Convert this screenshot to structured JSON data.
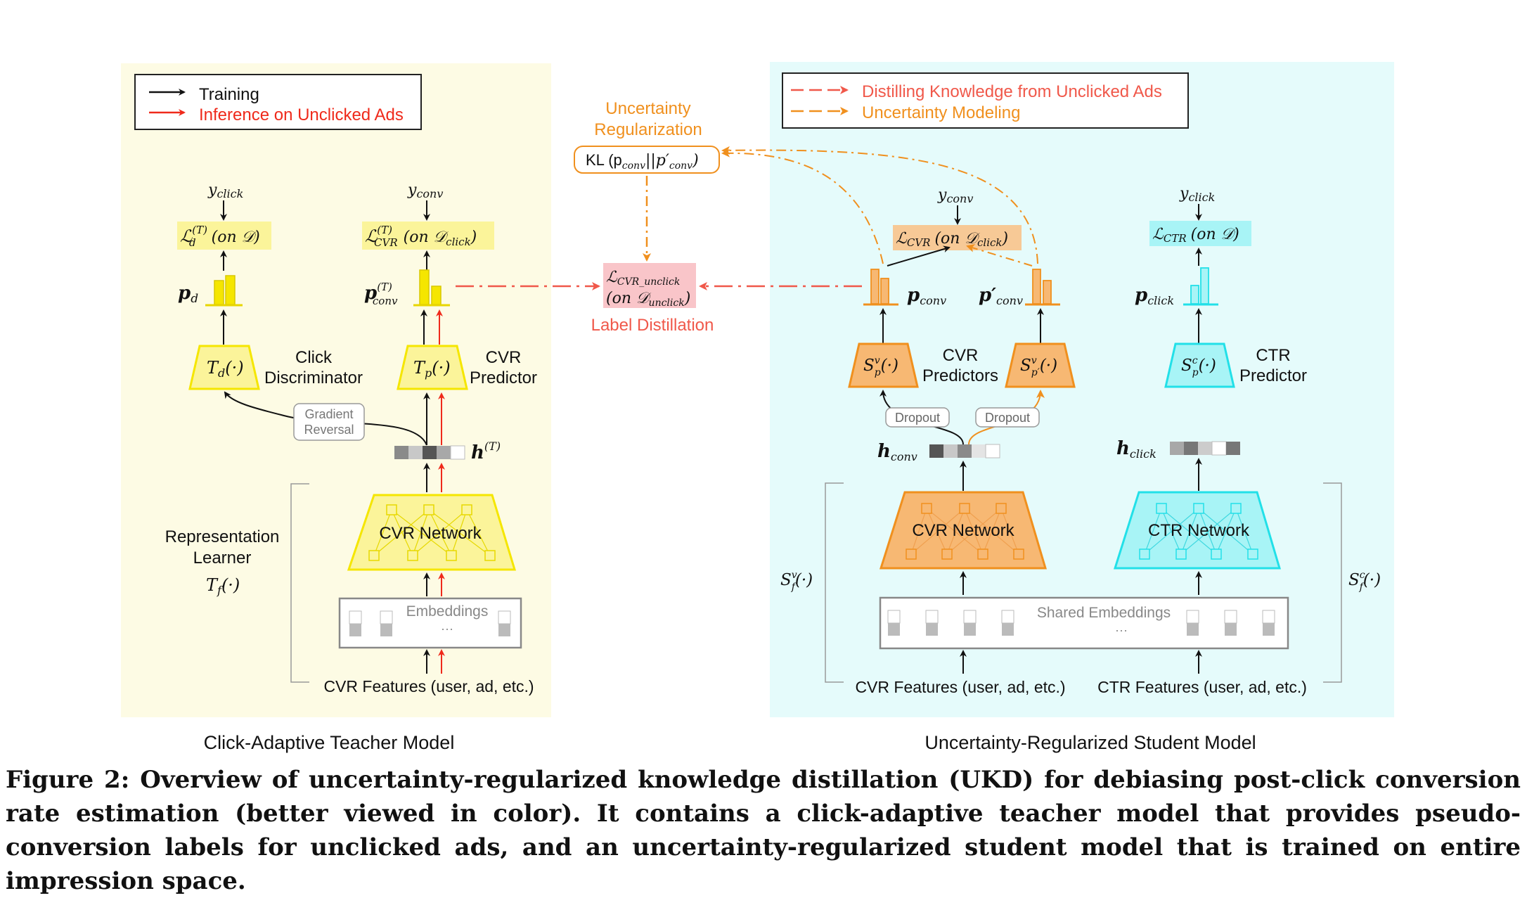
{
  "legend_left": {
    "training": "Training",
    "inference": "Inference on Unclicked Ads"
  },
  "legend_right": {
    "distill": "Distilling Knowledge from Unclicked Ads",
    "uncertainty": "Uncertainty Modeling"
  },
  "teacher": {
    "panel_title": "Click-Adaptive Teacher Model",
    "y_click": "y",
    "y_click_sub": "click",
    "y_conv": "y",
    "y_conv_sub": "conv",
    "loss_d": "ℒ",
    "loss_d_sup": "(T)",
    "loss_d_sub": "d",
    "loss_d_tail": "(on 𝒟)",
    "loss_cvr": "ℒ",
    "loss_cvr_sup": "(T)",
    "loss_cvr_sub": "CVR",
    "loss_cvr_tail": "(on 𝒟",
    "loss_cvr_tail_sub": "click",
    "p_d": "p",
    "p_d_sub": "d",
    "p_conv": "p",
    "p_conv_sup": "(T)",
    "p_conv_sub": "conv",
    "td": "T",
    "td_sub": "d",
    "td_arg": "(·)",
    "tp": "T",
    "tp_sub": "p",
    "tp_arg": "(·)",
    "click_disc_1": "Click",
    "click_disc_2": "Discriminator",
    "cvr_pred_1": "CVR",
    "cvr_pred_2": "Predictor",
    "grad_rev_1": "Gradient",
    "grad_rev_2": "Reversal",
    "h": "h",
    "h_sup": "(T)",
    "network": "CVR Network",
    "rep_1": "Representation",
    "rep_2": "Learner",
    "tf": "T",
    "tf_sub": "f",
    "tf_arg": "(·)",
    "embeddings": "Embeddings",
    "ellipsis": "···",
    "features": "CVR Features (user, ad, etc.)"
  },
  "middle": {
    "unc_reg_1": "Uncertainty",
    "unc_reg_2": "Regularization",
    "kl": "KL (p",
    "kl_sub1": "conv",
    "kl_mid": "||p′",
    "kl_sub2": "conv",
    "kl_end": ")",
    "unclick_loss": "ℒ",
    "unclick_loss_sub": "CVR_unclick",
    "unclick_on": "(on 𝒟",
    "unclick_on_sub": "unclick",
    "unclick_on_end": ")",
    "label_distill": "Label Distillation"
  },
  "student": {
    "panel_title": "Uncertainty-Regularized Student Model",
    "y_conv": "y",
    "y_conv_sub": "conv",
    "y_click": "y",
    "y_click_sub": "click",
    "loss_cvr": "ℒ",
    "loss_cvr_sub": "CVR",
    "loss_cvr_tail": "(on 𝒟",
    "loss_cvr_tail_sub": "click",
    "loss_ctr": "ℒ",
    "loss_ctr_sub": "CTR",
    "loss_ctr_tail": "(on 𝒟)",
    "p_conv": "p",
    "p_conv_sub": "conv",
    "p_conv2": "p′",
    "p_conv2_sub": "conv",
    "p_click": "p",
    "p_click_sub": "click",
    "sp": "S",
    "sp_sup": "v",
    "sp_sub": "p",
    "sp_arg": "(·)",
    "sp2": "S",
    "sp2_sup": "v",
    "sp2_sub": "p′",
    "sp2_arg": "(·)",
    "spc": "S",
    "spc_sup": "c",
    "spc_sub": "p",
    "spc_arg": "(·)",
    "cvr_preds_1": "CVR",
    "cvr_preds_2": "Predictors",
    "ctr_pred_1": "CTR",
    "ctr_pred_2": "Predictor",
    "dropout": "Dropout",
    "h_conv": "h",
    "h_conv_sub": "conv",
    "h_click": "h",
    "h_click_sub": "click",
    "cvr_network": "CVR Network",
    "ctr_network": "CTR Network",
    "sf_v": "S",
    "sf_v_sup": "v",
    "sf_v_sub": "f",
    "sf_v_arg": "(·)",
    "sf_c": "S",
    "sf_c_sup": "c",
    "sf_c_sub": "f",
    "sf_c_arg": "(·)",
    "shared_embeddings": "Shared Embeddings",
    "ellipsis": "···",
    "cvr_features": "CVR Features (user, ad, etc.)",
    "ctr_features": "CTR Features (user, ad, etc.)"
  },
  "caption": "Figure 2: Overview of uncertainty-regularized knowledge distillation (UKD) for debiasing post-click conversion rate estimation (better viewed in color). It contains a click-adaptive teacher model that provides pseudo-conversion labels for unclicked ads, and an uncertainty-regularized student model that is trained on entire impression space.",
  "colors": {
    "teacher_bg": "#fdfbe4",
    "student_bg": "#e5fbfb",
    "yellow": "#f5e600",
    "yellow_fill": "#fbf49a",
    "orange": "#f0901e",
    "orange_fill": "#f7b873",
    "cyan": "#22e0e8",
    "cyan_fill": "#a8f4f6",
    "red": "#ef2a1b",
    "distill_red": "#f0584a",
    "pink": "#f9c5c9"
  }
}
